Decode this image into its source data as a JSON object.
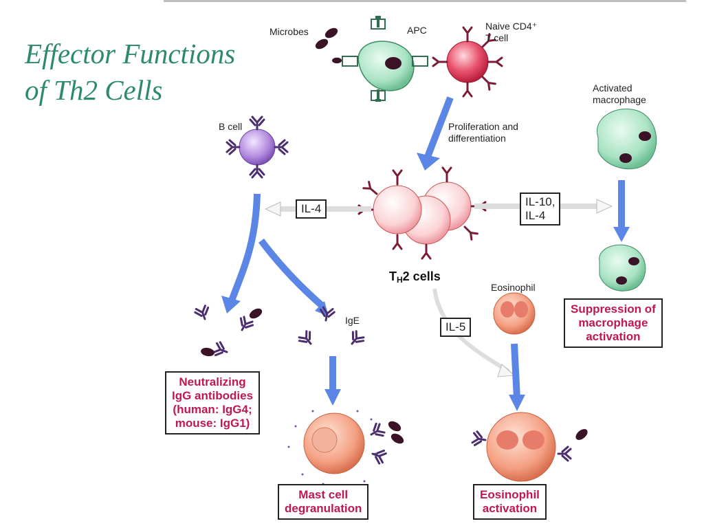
{
  "title": {
    "line1": "Effector Functions",
    "line2": "of Th2 Cells"
  },
  "labels": {
    "microbes": "Microbes",
    "apc": "APC",
    "naive_line1": "Naive CD4⁺",
    "naive_line2": "T cell",
    "proliferation_line1": "Proliferation and",
    "proliferation_line2": "differentiation",
    "b_cell": "B cell",
    "activated_line1": "Activated",
    "activated_line2": "macrophage",
    "th2_main": "T",
    "th2_sub": "H",
    "th2_rest": "2 cells",
    "ige": "IgE",
    "eosinophil": "Eosinophil"
  },
  "cytokines": {
    "il4": "IL-4",
    "il10_line1": "IL-10,",
    "il10_line2": "IL-4",
    "il5": "IL-5"
  },
  "outcomes": {
    "neutralizing": [
      "Neutralizing",
      "IgG antibodies",
      "(human: IgG4;",
      "mouse: IgG1)"
    ],
    "mast": [
      "Mast cell",
      "degranulation"
    ],
    "eosinophil": [
      "Eosinophil",
      "activation"
    ],
    "macrophage": [
      "Suppression of",
      "macrophage",
      "activation"
    ]
  },
  "colors": {
    "title": "#2e8b6a",
    "outcome_text": "#c0184e",
    "arrow_blue": "#5b86e5",
    "receptor": "#7a1c34",
    "antibody": "#4b2e6e"
  }
}
